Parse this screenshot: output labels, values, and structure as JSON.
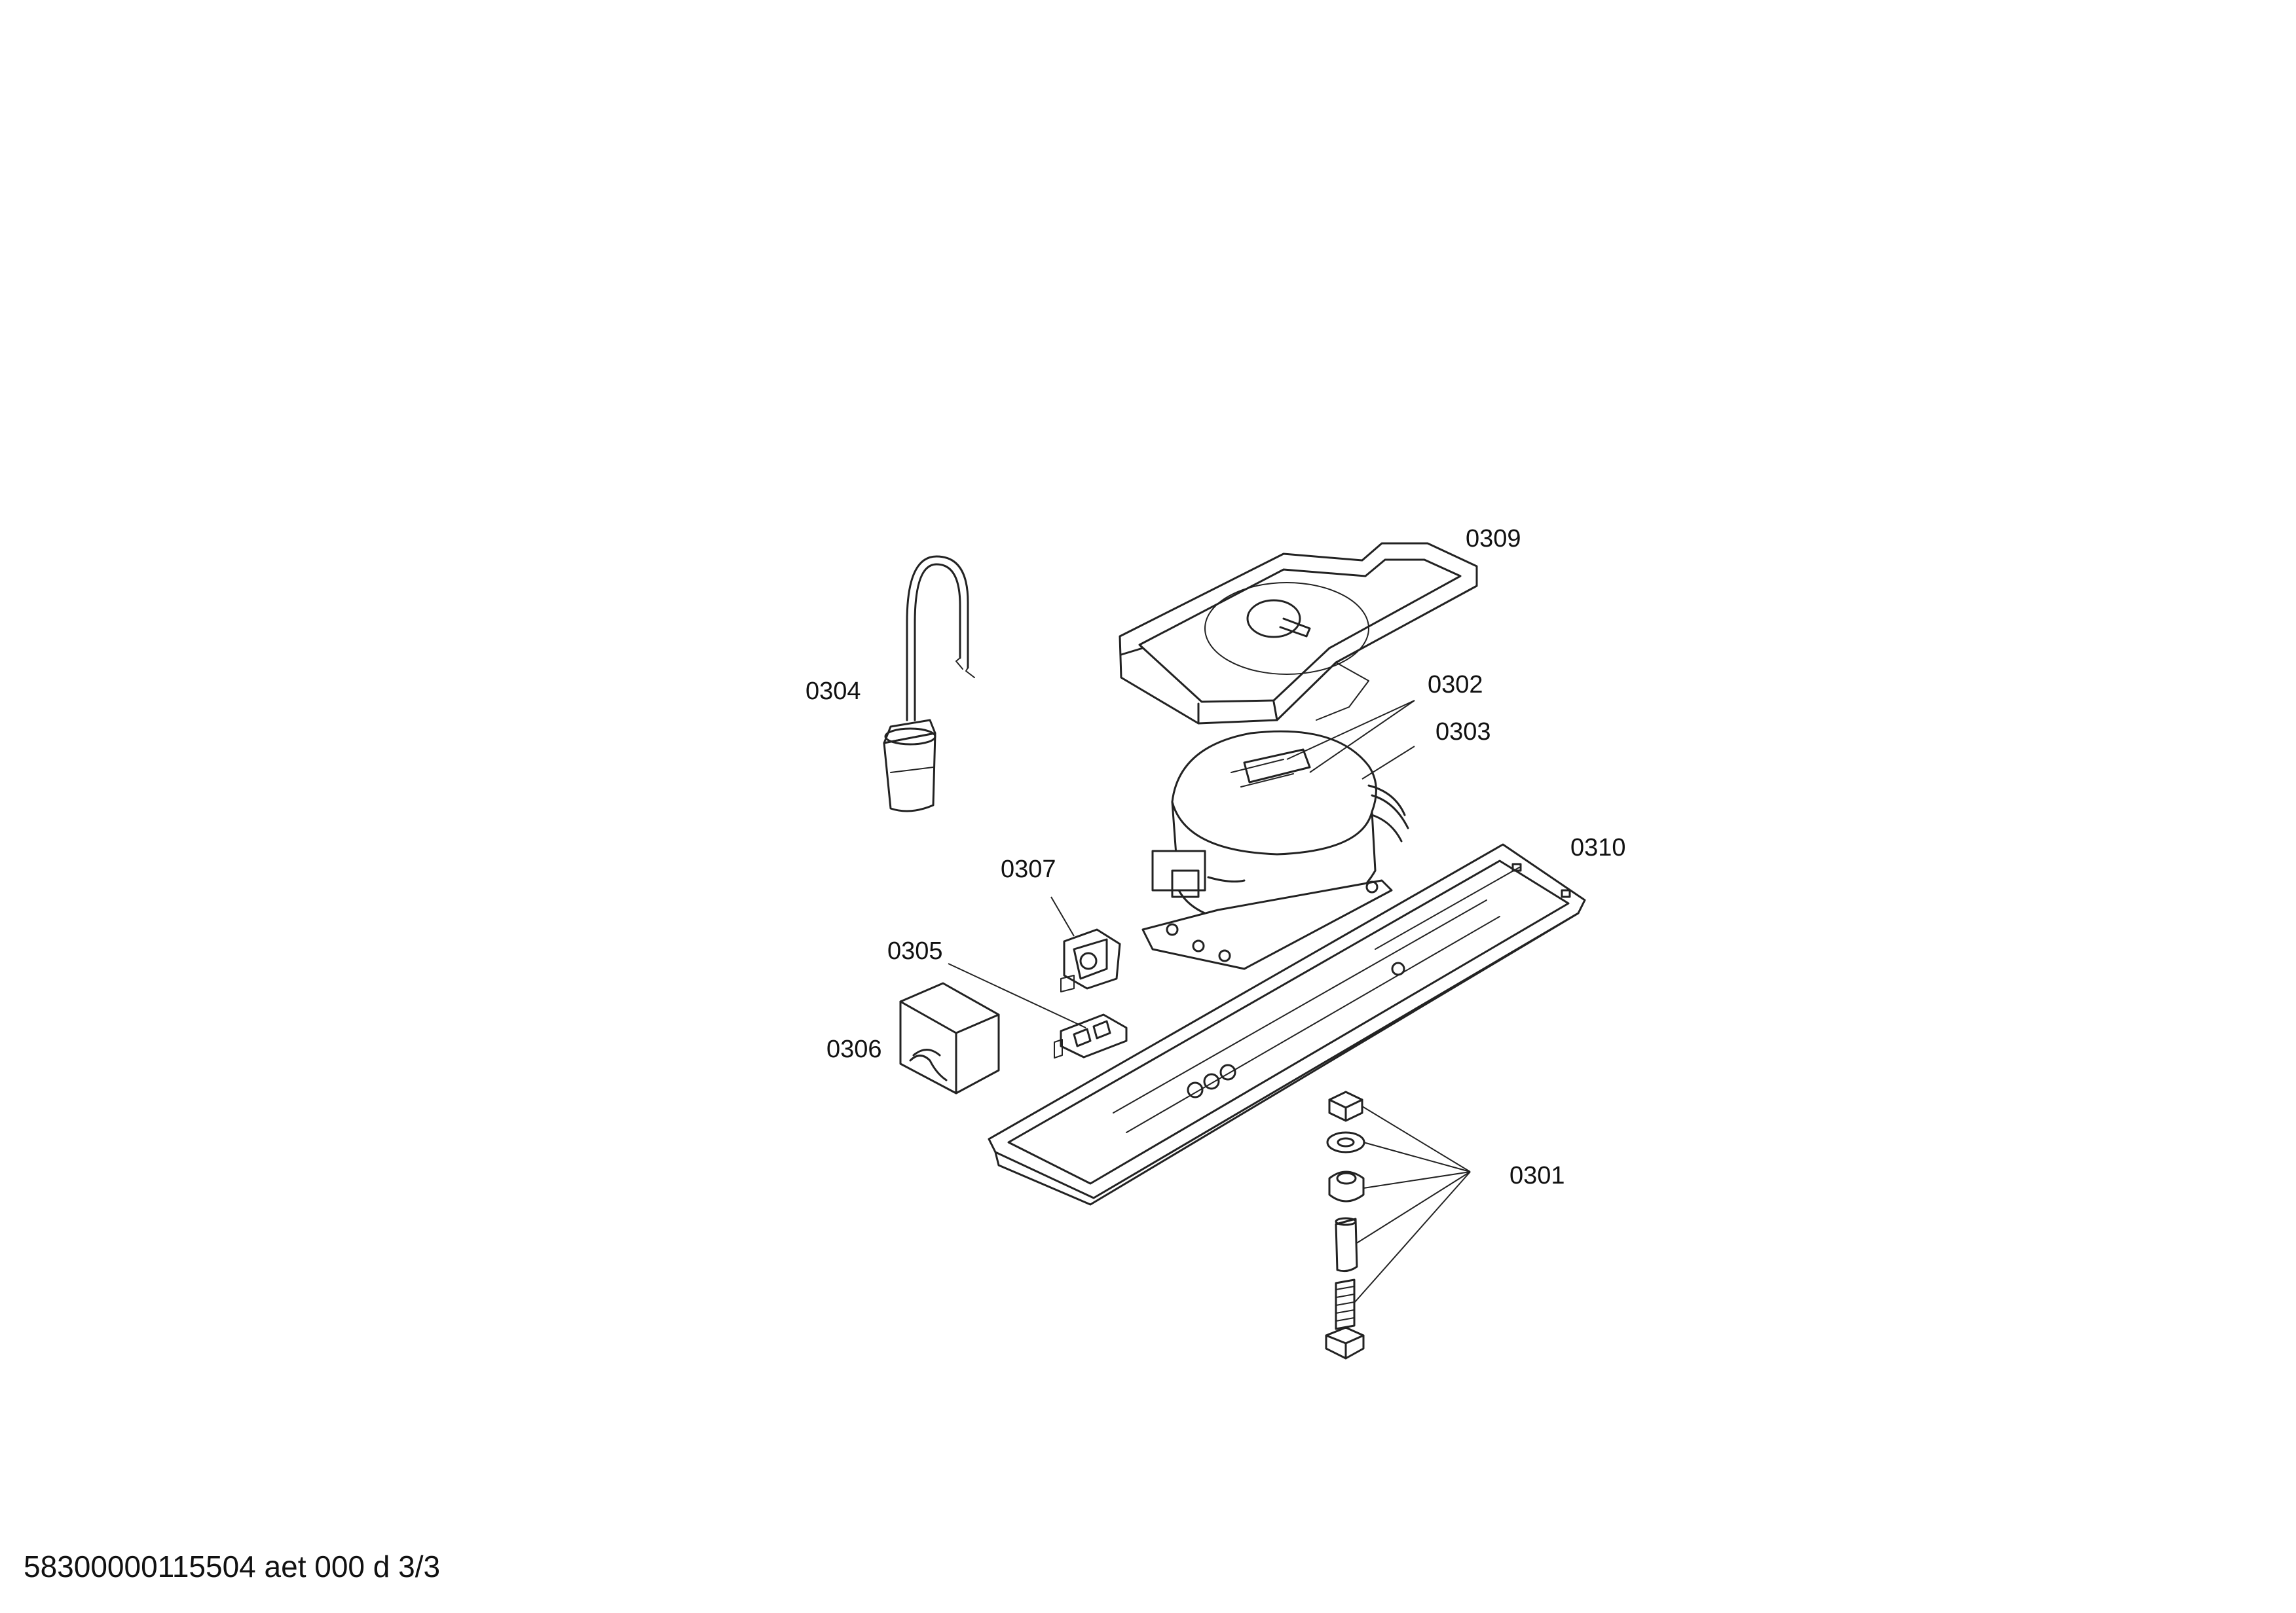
{
  "labels": {
    "p0301": "0301",
    "p0302": "0302",
    "p0303": "0303",
    "p0304": "0304",
    "p0305": "0305",
    "p0306": "0306",
    "p0307": "0307",
    "p0309": "0309",
    "p0310": "0310"
  },
  "footer": {
    "document_id": "58300000115504 aet 000 d 3/3"
  }
}
